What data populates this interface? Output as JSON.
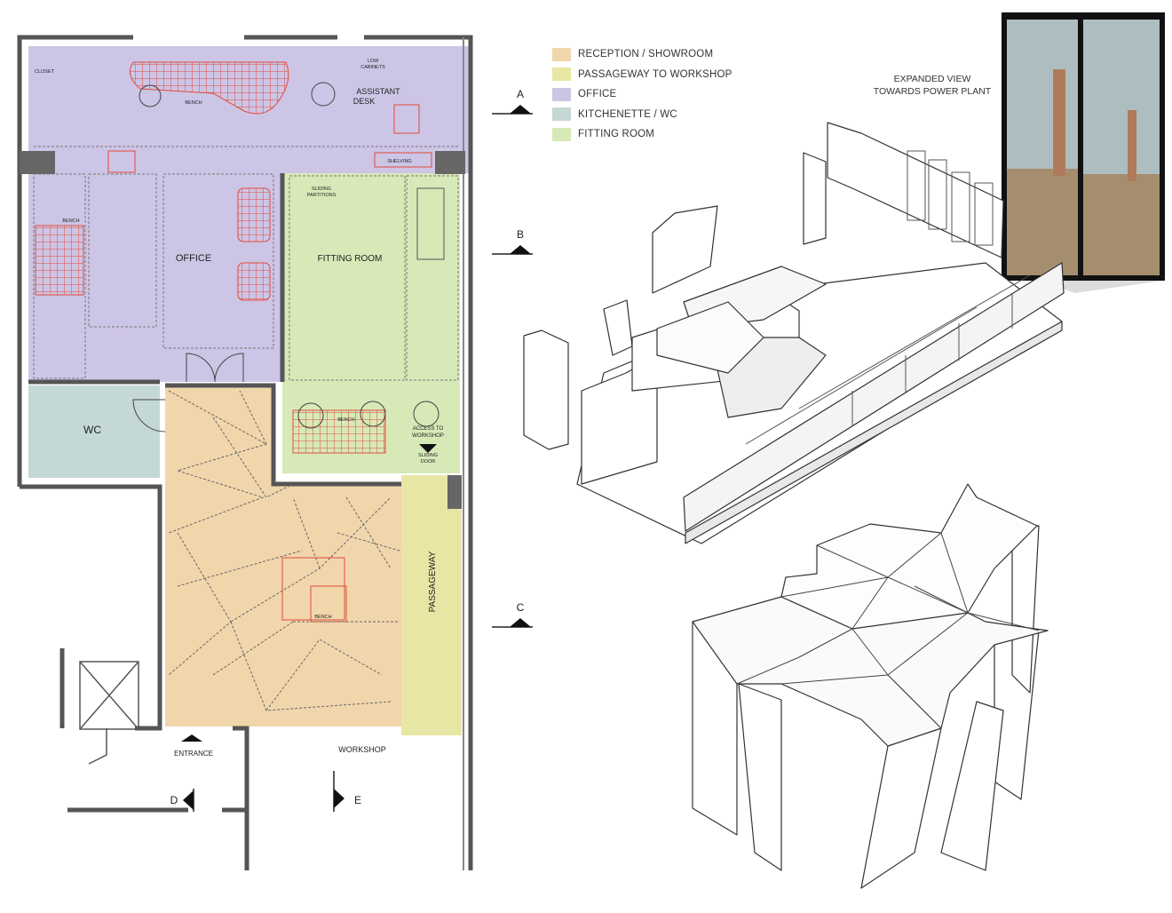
{
  "legend": [
    {
      "label": "RECEPTION / SHOWROOM",
      "color": "#f1d6ac"
    },
    {
      "label": "PASSAGEWAY TO WORKSHOP",
      "color": "#e8e6a4"
    },
    {
      "label": "OFFICE",
      "color": "#cdc5e6"
    },
    {
      "label": "KITCHENETTE / WC",
      "color": "#c4d8d6"
    },
    {
      "label": "FITTING ROOM",
      "color": "#d7e9b7"
    }
  ],
  "expanded_view": {
    "line1": "EXPANDED VIEW",
    "line2": "TOWARDS POWER PLANT"
  },
  "plan": {
    "rooms": {
      "office": "OFFICE",
      "fitting_room": "FITTING ROOM",
      "wc": "WC",
      "passageway": "PASSAGEWAY",
      "workshop": "WORKSHOP",
      "entrance": "ENTRANCE"
    },
    "furniture": {
      "closet": "CLOSET",
      "bench_top": "BENCH",
      "low_cabinets_1": "LOW",
      "low_cabinets_2": "CABINETS",
      "assistant_desk_1": "ASSISTANT",
      "assistant_desk_2": "DESK",
      "shelving": "SHELVING",
      "bench_left": "BENCH",
      "sliding_partitions_1": "SLIDING",
      "sliding_partitions_2": "PARTITIONS",
      "bench_fitting": "BENCH",
      "access_1": "ACCESS TO",
      "access_2": "WORKSHOP",
      "sliding_door_1": "SLIDING",
      "sliding_door_2": "DOOR",
      "bench_reception": "BENCH"
    },
    "sections": {
      "a": "A",
      "b": "B",
      "c": "C",
      "d": "D",
      "e": "E"
    }
  }
}
